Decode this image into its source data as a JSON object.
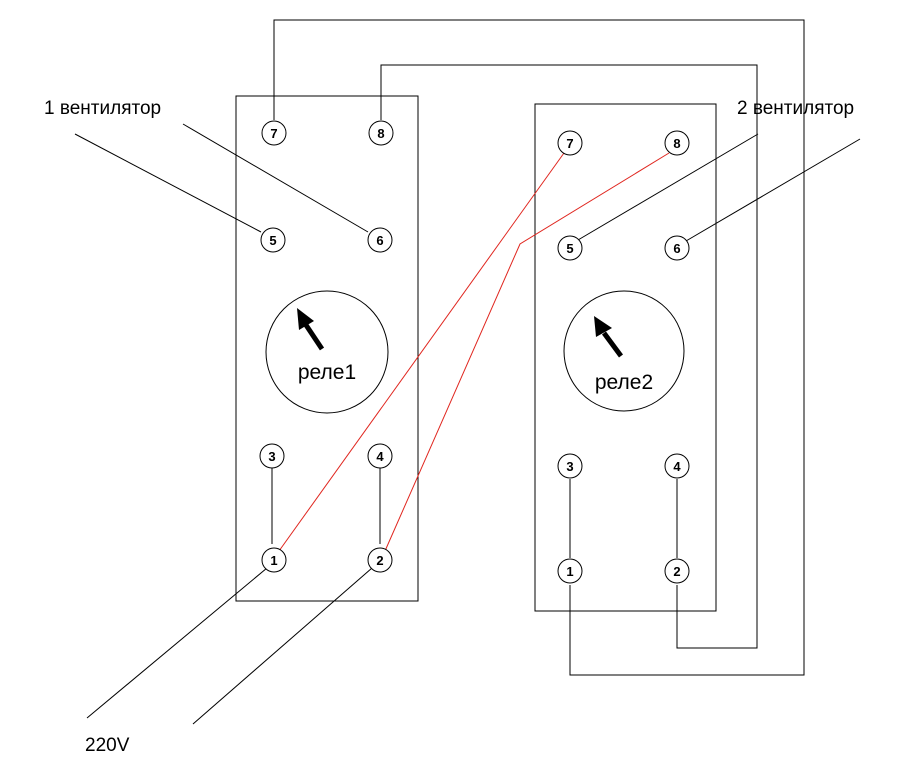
{
  "labels": {
    "fan1": "1 вентилятор",
    "fan2": "2 вентилятор",
    "supply": "220V"
  },
  "relays": [
    {
      "name": "реле1",
      "pins": [
        "1",
        "2",
        "3",
        "4",
        "5",
        "6",
        "7",
        "8"
      ]
    },
    {
      "name": "реле2",
      "pins": [
        "1",
        "2",
        "3",
        "4",
        "5",
        "6",
        "7",
        "8"
      ]
    }
  ],
  "colors": {
    "wire": "#000000",
    "phase_wire": "#e0261f",
    "outline": "#000000"
  }
}
